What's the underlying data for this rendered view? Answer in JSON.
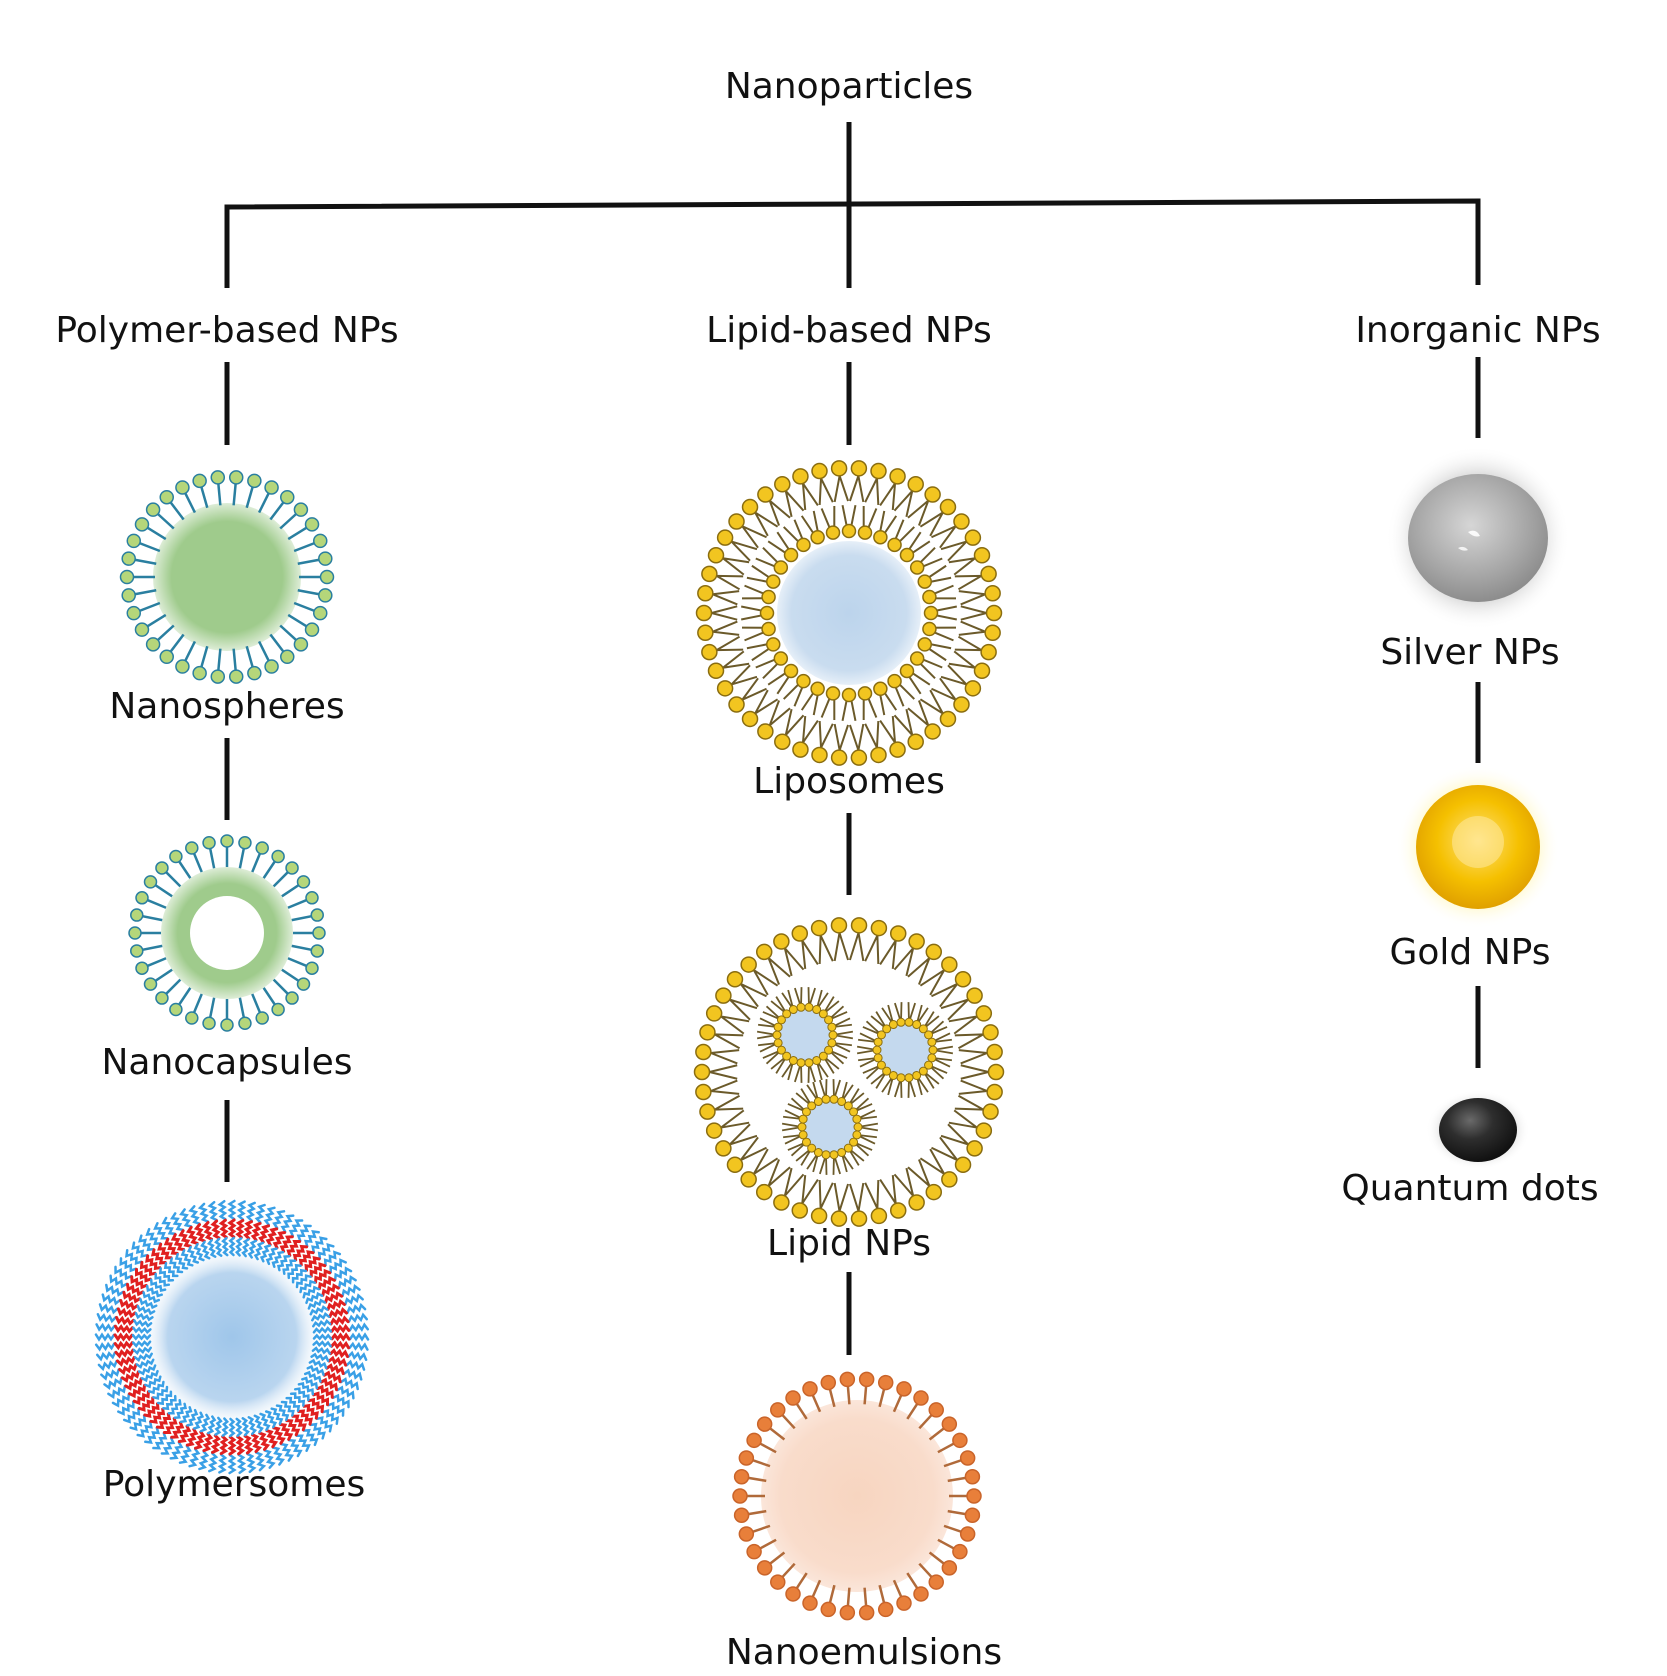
{
  "root": {
    "label": "Nanoparticles"
  },
  "categories": [
    {
      "label": "Polymer-based NPs",
      "items": [
        {
          "label": "Nanospheres",
          "icon": "nanosphere-icon"
        },
        {
          "label": "Nanocapsules",
          "icon": "nanocapsule-icon"
        },
        {
          "label": "Polymersomes",
          "icon": "polymersome-icon"
        }
      ]
    },
    {
      "label": "Lipid-based NPs",
      "items": [
        {
          "label": "Liposomes",
          "icon": "liposome-icon"
        },
        {
          "label": "Lipid NPs",
          "icon": "lipid-np-icon"
        },
        {
          "label": "Nanoemulsions",
          "icon": "nanoemulsion-icon"
        }
      ]
    },
    {
      "label": "Inorganic NPs",
      "items": [
        {
          "label": "Silver NPs",
          "icon": "silver-np-icon"
        },
        {
          "label": "Gold NPs",
          "icon": "gold-np-icon"
        },
        {
          "label": "Quantum dots",
          "icon": "quantum-dot-icon"
        }
      ]
    }
  ],
  "colors": {
    "line": "#111111",
    "polymer_head": "#b5d67a",
    "polymer_tail": "#2a7fa0",
    "polymer_core": "#9fcb8c",
    "lipid_head": "#f2c520",
    "lipid_tail": "#6b5a2a",
    "lipid_core": "#c4d9ee",
    "polymersome_red": "#e02020",
    "polymersome_blue": "#3aa0e6",
    "emulsion_head": "#e87f3a",
    "emulsion_core": "#f8d8c4",
    "silver": "#a8a8a8",
    "gold": "#f0b800",
    "quantum_dot": "#2a2a2a"
  }
}
